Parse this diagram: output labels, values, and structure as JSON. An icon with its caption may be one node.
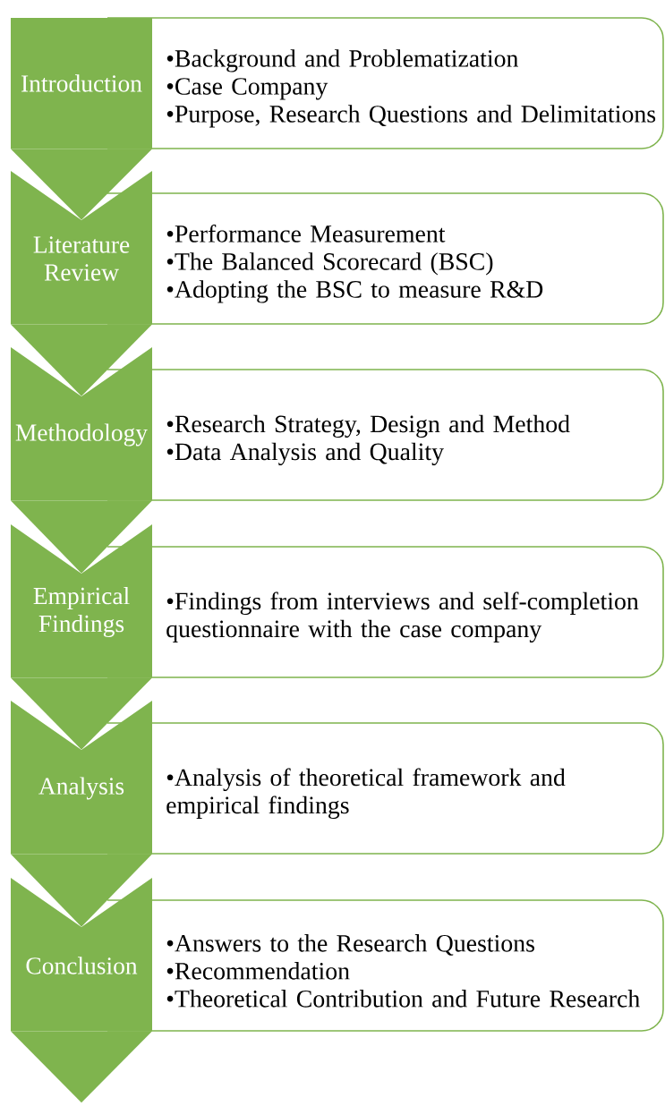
{
  "diagram": {
    "nodes": [
      {
        "text": [
          "Introduction"
        ]
      },
      {
        "text": [
          "•Background and Problematization",
          "•Case Company",
          "•Purpose, Research Questions and Delimitations"
        ]
      },
      {
        "text": [
          "Literature Review"
        ]
      },
      {
        "text": [
          "•Performance Measurement",
          "•The Balanced Scorecard (BSC)",
          "•Adopting the BSC to measure R&D"
        ]
      },
      {
        "text": [
          "Methodology"
        ]
      },
      {
        "text": [
          "•Research Strategy, Design and Method",
          "•Data Analysis and Quality"
        ]
      },
      {
        "text": [
          "Empirical Findings"
        ]
      },
      {
        "text": [
          "•Findings from interviews and self-completion questionnaire with the case company"
        ]
      },
      {
        "text": [
          "Analysis"
        ]
      },
      {
        "text": [
          "•Analysis of theoretical framework and empirical findings"
        ]
      },
      {
        "text": [
          "Conclusion"
        ]
      },
      {
        "text": [
          "•Answers to the Research Questions",
          "•Recommendation",
          "•Theoretical Contribution and Future Research"
        ]
      }
    ],
    "edges": [
      {
        "from": 0,
        "to": 2,
        "arrow": "to"
      },
      {
        "from": 2,
        "to": 4,
        "arrow": "to"
      },
      {
        "from": 4,
        "to": 6,
        "arrow": "to"
      },
      {
        "from": 6,
        "to": 8,
        "arrow": "to"
      },
      {
        "from": 8,
        "to": 10,
        "arrow": "to"
      },
      {
        "from": 10,
        "to": null,
        "arrow": "to"
      }
    ]
  }
}
